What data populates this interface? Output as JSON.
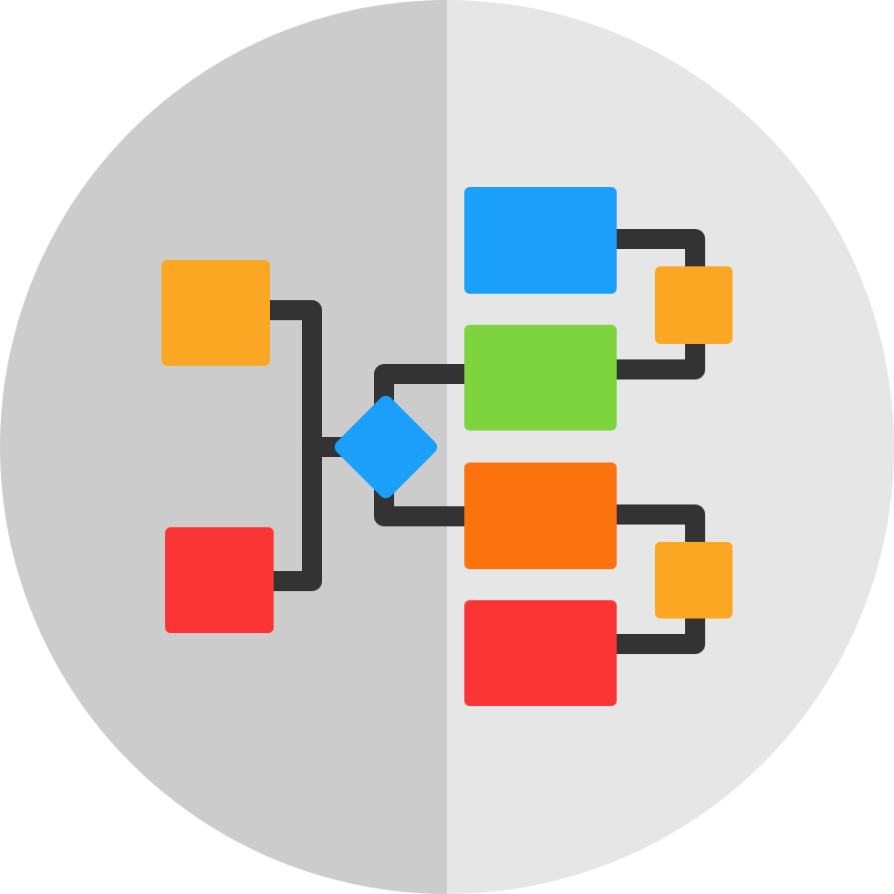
{
  "icon": {
    "name": "flowchart-icon",
    "colors": {
      "background_left": "#cccccc",
      "background_right": "#e6e6e6",
      "connector": "#333333",
      "orange": "#fba724",
      "red": "#fb3535",
      "blue": "#1aa0fb",
      "green": "#7dd43e",
      "dark_orange": "#fb720f"
    },
    "nodes": [
      {
        "id": "left-top-square",
        "shape": "square",
        "color": "orange"
      },
      {
        "id": "left-bottom-square",
        "shape": "square",
        "color": "red"
      },
      {
        "id": "decision-diamond",
        "shape": "diamond",
        "color": "blue"
      },
      {
        "id": "right-block-1",
        "shape": "rectangle",
        "color": "blue"
      },
      {
        "id": "right-block-2",
        "shape": "rectangle",
        "color": "green"
      },
      {
        "id": "right-block-3",
        "shape": "rectangle",
        "color": "dark_orange"
      },
      {
        "id": "right-block-4",
        "shape": "rectangle",
        "color": "red"
      },
      {
        "id": "right-small-square-top",
        "shape": "square",
        "color": "orange"
      },
      {
        "id": "right-small-square-bottom",
        "shape": "square",
        "color": "orange"
      }
    ]
  }
}
